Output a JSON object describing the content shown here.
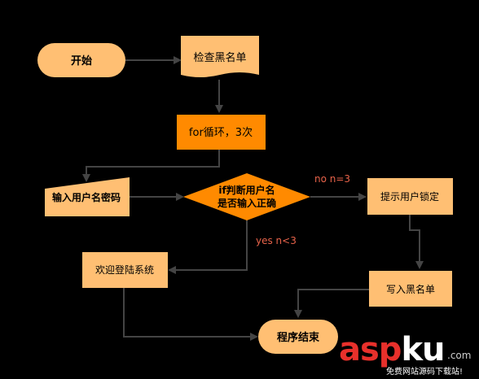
{
  "nodes": {
    "start": "开始",
    "check": "检查黑名单",
    "loop": "for循环，3次",
    "input": "输入用户名密码",
    "decision_line1": "if判断用户名",
    "decision_line2": "是否输入正确",
    "lock": "提示用户锁定",
    "welcome": "欢迎登陆系统",
    "blacklist": "写入黑名单",
    "end": "程序结束"
  },
  "edges": {
    "no": "no n=3",
    "yes": "yes n<3"
  },
  "watermark": {
    "logo_red": "asp",
    "logo_white": "ku",
    "domain": ".com",
    "slogan": "免费网站源码下载站!"
  },
  "colors": {
    "background": "#000000",
    "orange_dark": "#ff8a00",
    "orange_light": "#ffbf73",
    "arrow": "#444444",
    "edge_label": "#e8634a"
  }
}
